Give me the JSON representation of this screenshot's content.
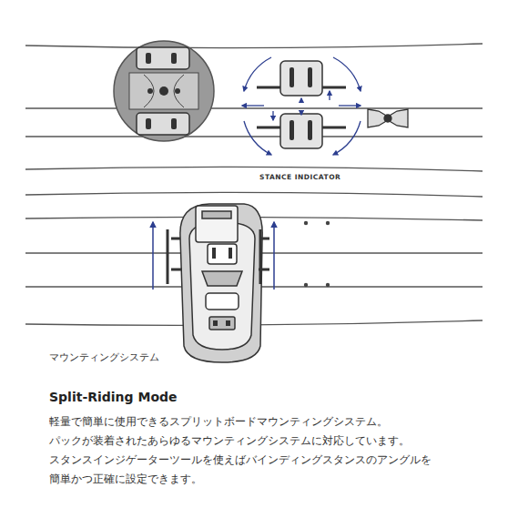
{
  "diagram": {
    "title": "Split-Riding Mode",
    "labels": [
      "STANCE INDICATOR",
      "マウンティングシステム",
      "軽量で簡単に使用できるスプリットボードマウンティングシステム。",
      "パックが装着されたあらゆるマウンティングシステムに対応しています。",
      "スタンスインジゲーターツールを使えばバインディングスタンスのアングルを",
      "簡単かつ正確に設定できます。"
    ]
  }
}
